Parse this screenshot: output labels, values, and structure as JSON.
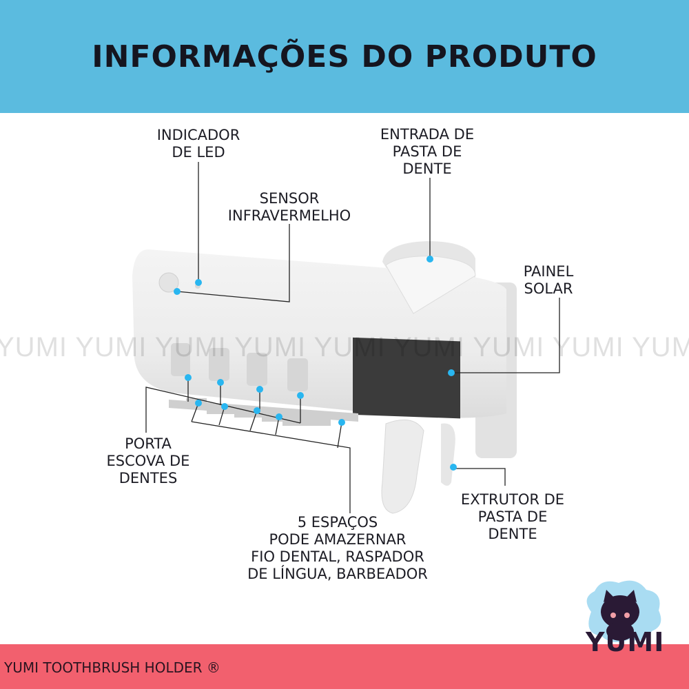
{
  "header": {
    "title": "INFORMAÇÕES DO PRODUTO"
  },
  "watermark": "YUMI YUMI YUMI YUMI YUMI YUMI YUMI YUMI YUMI YUMI",
  "labels": {
    "led": [
      "INDICADOR",
      "DE LED"
    ],
    "sensor": [
      "SENSOR",
      "INFRAVERMELHO"
    ],
    "paste_inlet": [
      "ENTRADA DE",
      "PASTA DE",
      "DENTE"
    ],
    "solar": [
      "PAINEL",
      "SOLAR"
    ],
    "brush_holder": [
      "PORTA",
      "ESCOVA DE",
      "DENTES"
    ],
    "spaces": [
      "5 ESPAÇOS",
      "PODE AMAZERNAR",
      "FIO DENTAL, RASPADOR",
      "DE LÍNGUA, BARBEADOR"
    ],
    "extruder": [
      "EXTRUTOR DE",
      "PASTA DE",
      "DENTE"
    ]
  },
  "logo": {
    "text": "YUMI"
  },
  "footer": {
    "text": "YUMI TOOTHBRUSH HOLDER ®"
  },
  "colors": {
    "header": "#5bbbdf",
    "footer": "#f2606e",
    "dot": "#29b6f0"
  }
}
